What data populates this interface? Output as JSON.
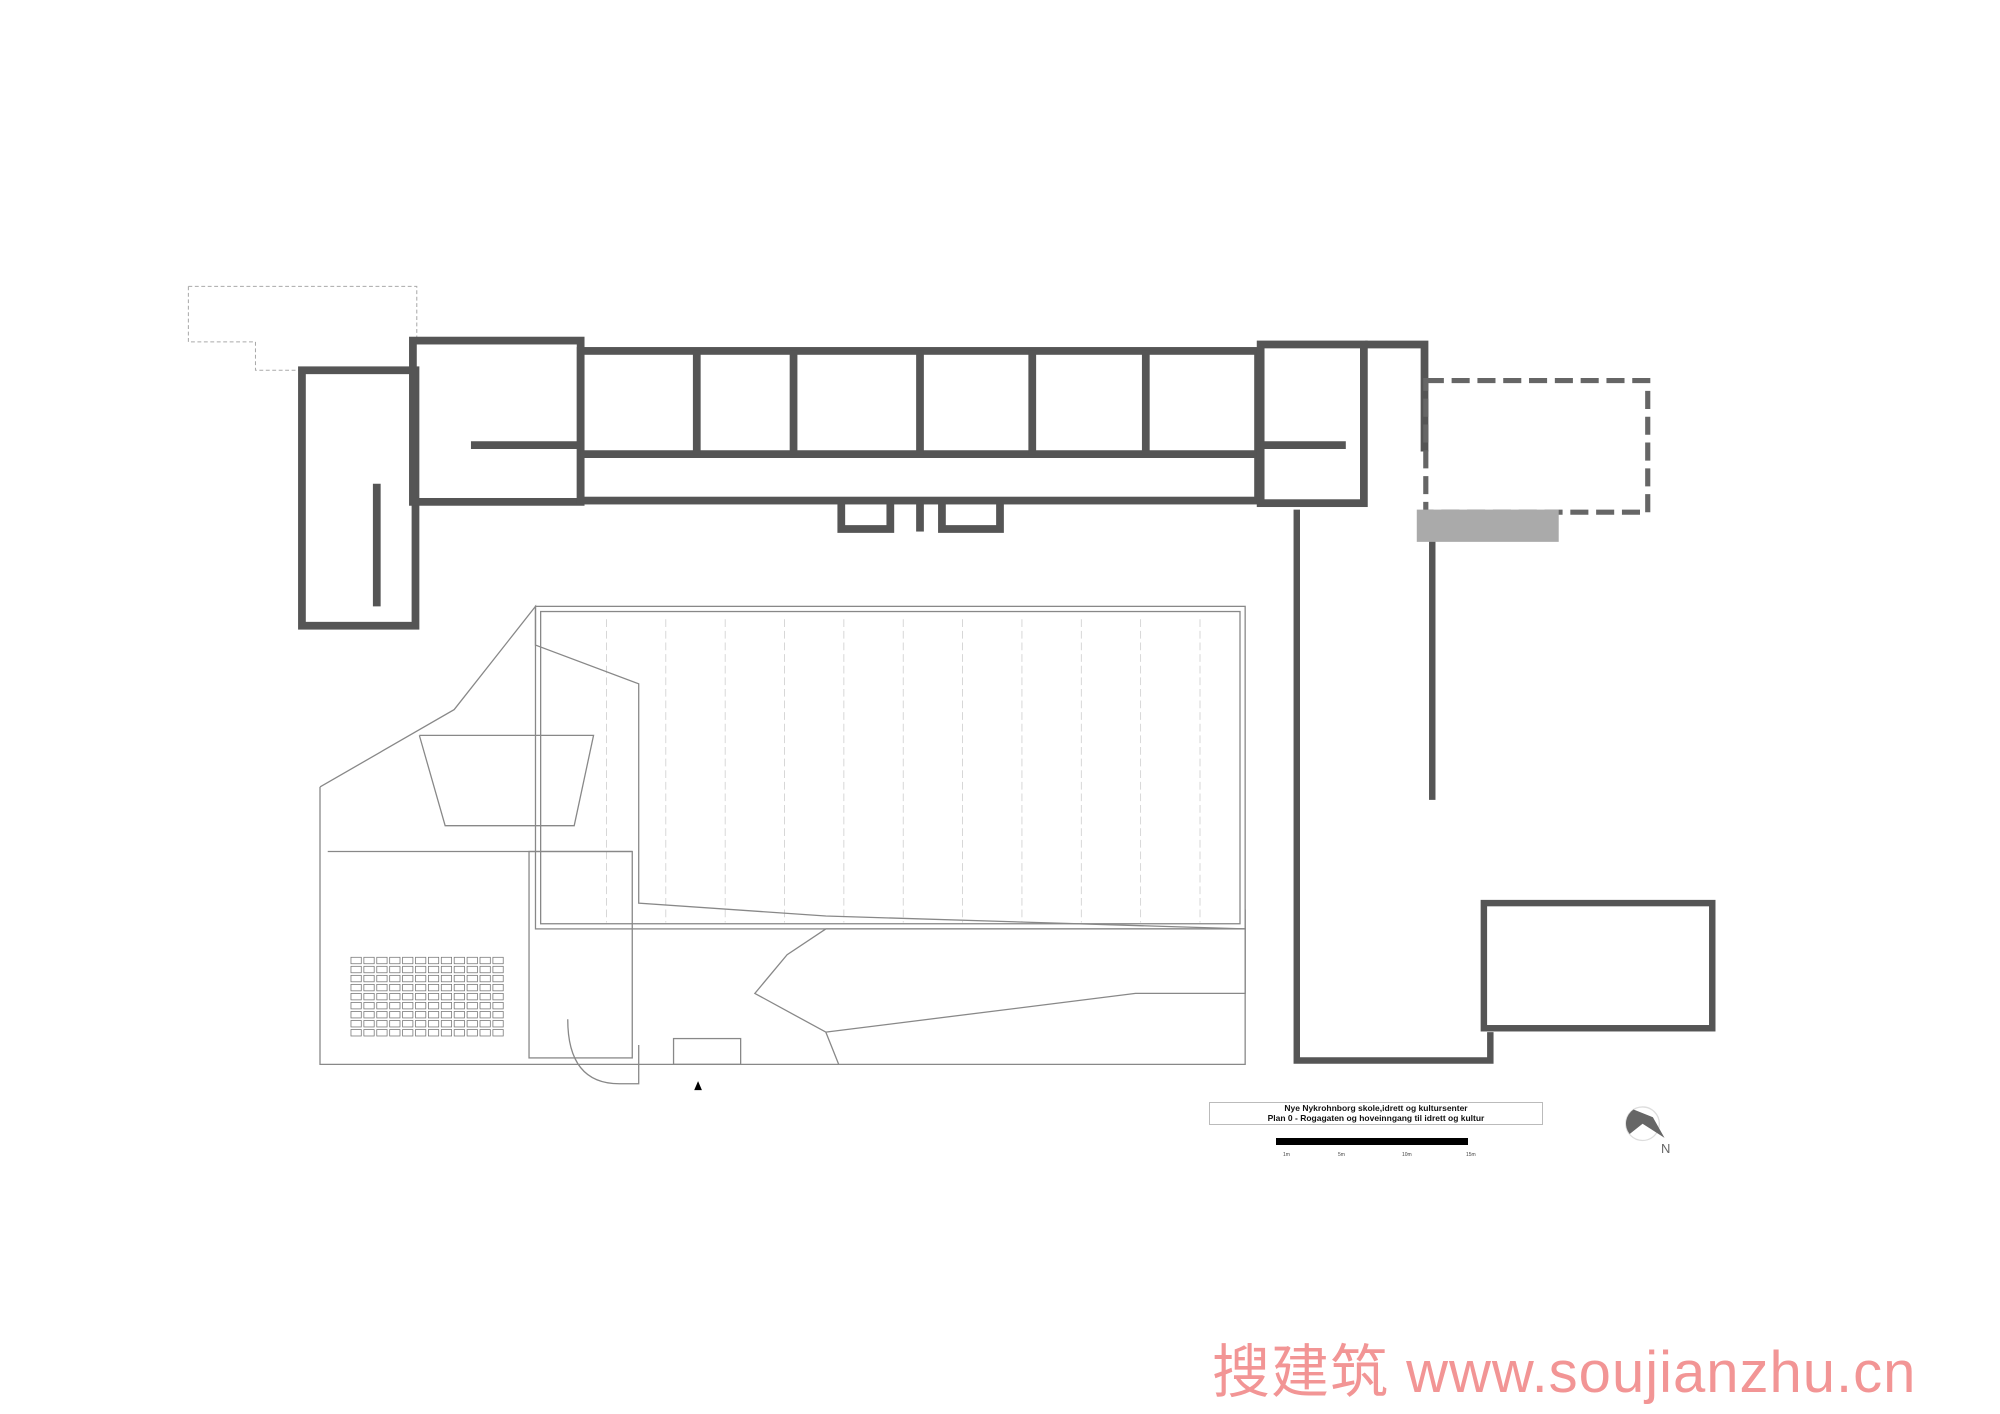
{
  "title_block": {
    "line1": "Nye Nykrohnborg skole,idrett og kultursenter",
    "line2": "Plan 0 - Rogagaten og hoveinngang til idrett og kultur"
  },
  "scale": {
    "labels": [
      "1m",
      "5m",
      "10m",
      "15m"
    ]
  },
  "north_arrow": {
    "label": "N"
  },
  "watermark": {
    "text": "搜建筑 www.soujianzhu.cn"
  },
  "colors": {
    "wall": "#555555",
    "line": "#999999",
    "watermark": "#f29595"
  }
}
